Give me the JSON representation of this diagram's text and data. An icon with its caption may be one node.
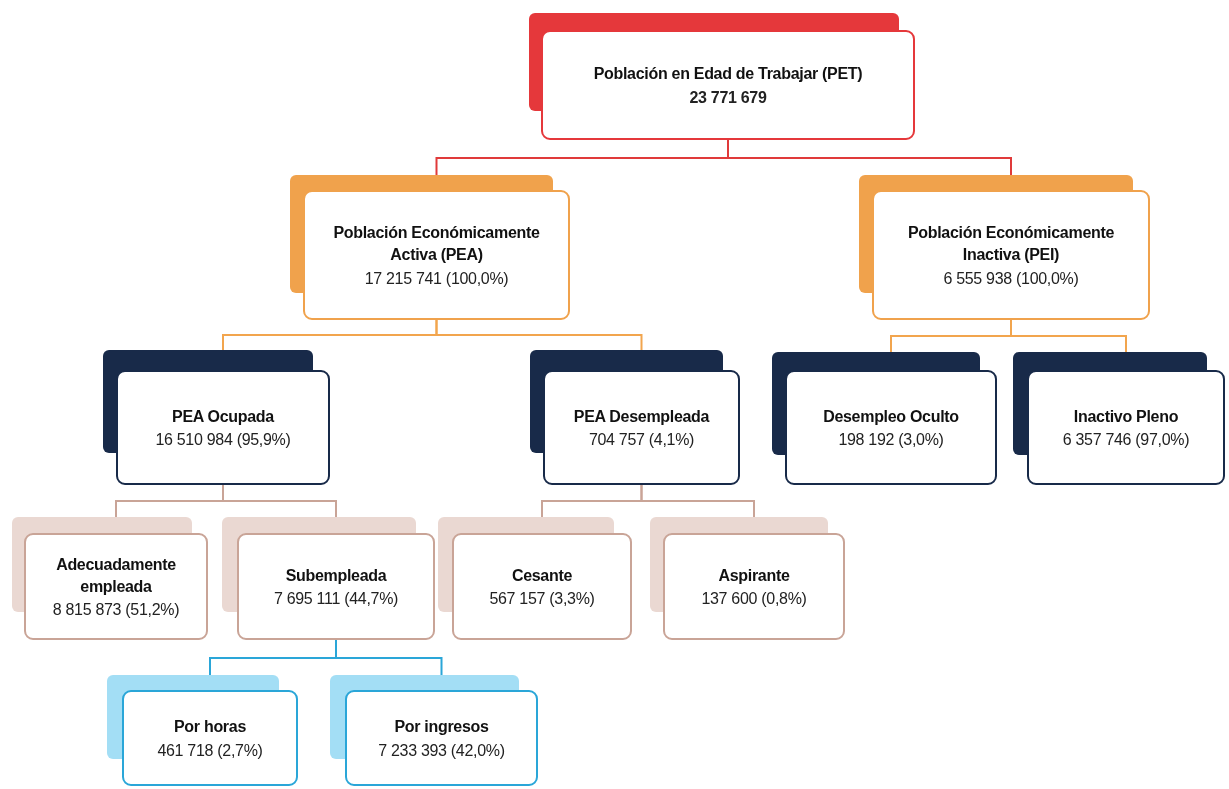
{
  "diagram": {
    "nodes": [
      {
        "text": [
          "Población en Edad de Trabajar (PET)",
          "23 771 679"
        ]
      },
      {
        "text": [
          "Población Económicamente Activa (PEA)",
          "17 215 741 (100,0%)"
        ]
      },
      {
        "text": [
          "Población Económicamente Inactiva (PEI)",
          "6 555 938 (100,0%)"
        ]
      },
      {
        "text": [
          "PEA Ocupada",
          "16 510 984 (95,9%)"
        ]
      },
      {
        "text": [
          "PEA Desempleada",
          "704 757 (4,1%)"
        ]
      },
      {
        "text": [
          "Desempleo Oculto",
          "198 192 (3,0%)"
        ]
      },
      {
        "text": [
          "Inactivo Pleno",
          "6 357 746 (97,0%)"
        ]
      },
      {
        "text": [
          "Adecuadamente empleada",
          "8 815 873 (51,2%)"
        ]
      },
      {
        "text": [
          "Subempleada",
          "7 695 111 (44,7%)"
        ]
      },
      {
        "text": [
          "Cesante",
          "567 157 (3,3%)"
        ]
      },
      {
        "text": [
          "Aspirante",
          "137 600 (0,8%)"
        ]
      },
      {
        "text": [
          "Por horas",
          "461 718 (2,7%)"
        ]
      },
      {
        "text": [
          "Por ingresos",
          "7 233 393 (42,0%)"
        ]
      }
    ],
    "edges": [
      {
        "from": 0,
        "to": 1,
        "arrow": "none",
        "color": "#e03a3a"
      },
      {
        "from": 0,
        "to": 2,
        "arrow": "none",
        "color": "#e03a3a"
      },
      {
        "from": 1,
        "to": 3,
        "arrow": "none",
        "color": "#f2a54e"
      },
      {
        "from": 1,
        "to": 4,
        "arrow": "none",
        "color": "#f2a54e"
      },
      {
        "from": 2,
        "to": 5,
        "arrow": "none",
        "color": "#f2a54e"
      },
      {
        "from": 2,
        "to": 6,
        "arrow": "none",
        "color": "#f2a54e"
      },
      {
        "from": 3,
        "to": 7,
        "arrow": "none",
        "color": "#c9a497"
      },
      {
        "from": 3,
        "to": 8,
        "arrow": "none",
        "color": "#c9a497"
      },
      {
        "from": 4,
        "to": 9,
        "arrow": "none",
        "color": "#c9a497"
      },
      {
        "from": 4,
        "to": 10,
        "arrow": "none",
        "color": "#c9a497"
      },
      {
        "from": 8,
        "to": 11,
        "arrow": "none",
        "color": "#2aa6d8"
      },
      {
        "from": 8,
        "to": 12,
        "arrow": "none",
        "color": "#2aa6d8"
      }
    ]
  }
}
